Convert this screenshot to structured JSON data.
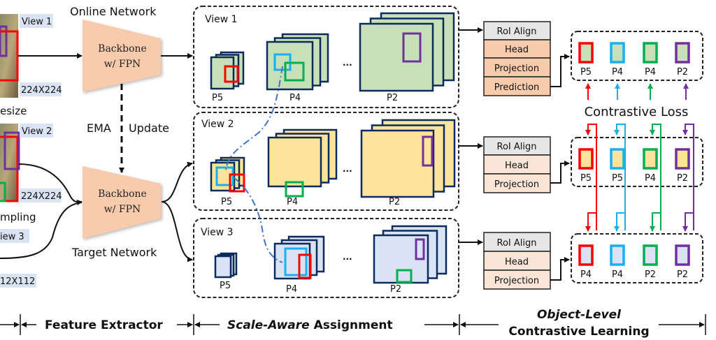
{
  "colors": {
    "red": "#ff0000",
    "blue": "#1ab0f0",
    "green": "#00b050",
    "purple": "#7030a0",
    "navy": "#0d2a5c",
    "view1_fill": "#c8e0b8",
    "view2_fill": "#fde49a",
    "view3_fill": "#dae3f3",
    "backbone_fill": "#f8cbad",
    "roi_fill": "#e7e6e6",
    "head_fill_online": "#f8cbad",
    "head_fill_target": "#fbe5d6",
    "label_bg": "#dae3f3",
    "dashdot": "#4472c4"
  },
  "input": {
    "view1_label": "View 1",
    "view1_size": "224X224",
    "resize_label": "esize",
    "view2_label": "View 2",
    "view2_size": "224X224",
    "sampling_label": "mpling",
    "view3_label": "iew 3",
    "view3_size": "12X112"
  },
  "extractor": {
    "online_title": "Online Network",
    "online_backbone_line1": "Backbone",
    "online_backbone_line2": "w/ FPN",
    "ema_label": "EMA",
    "update_label": "Update",
    "target_backbone_line1": "Backbone",
    "target_backbone_line2": "w/ FPN",
    "target_title": "Target Network"
  },
  "views": [
    {
      "title": "View 1",
      "levels": [
        "P5",
        "P4",
        "P2"
      ],
      "ellipsis": "..."
    },
    {
      "title": "View 2",
      "levels": [
        "P5",
        "P4",
        "P2"
      ],
      "ellipsis": "..."
    },
    {
      "title": "View 3",
      "levels": [
        "P5",
        "P4",
        "P2"
      ],
      "ellipsis": "..."
    }
  ],
  "heads": [
    {
      "rows": [
        "RoI Align",
        "Head",
        "Projection",
        "Prediction"
      ]
    },
    {
      "rows": [
        "RoI Align",
        "Head",
        "Projection"
      ]
    },
    {
      "rows": [
        "RoI Align",
        "Head",
        "Projection"
      ]
    }
  ],
  "outputs": [
    {
      "labels": [
        "P5",
        "P4",
        "P4",
        "P2"
      ]
    },
    {
      "labels": [
        "P5",
        "P5",
        "P4",
        "P2"
      ]
    },
    {
      "labels": [
        "P4",
        "P4",
        "P2",
        "P2"
      ]
    }
  ],
  "contrastive_loss_label": "Contrastive Loss",
  "sections": {
    "feature_extractor": "Feature Extractor",
    "scale_aware_italic": "Scale-Aware",
    "scale_aware_rest": " Assignment",
    "object_level": "Object-Level",
    "contrastive_learning": "Contrastive Learning"
  }
}
